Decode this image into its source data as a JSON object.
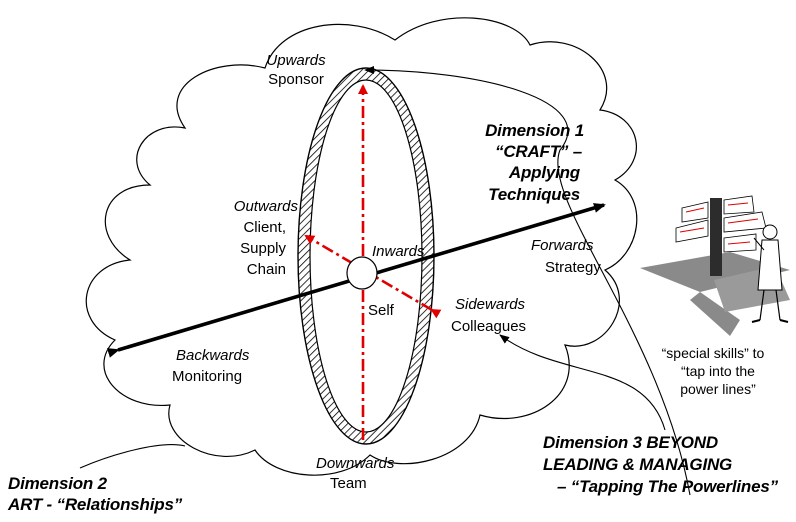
{
  "directions": {
    "upwards": "Upwards",
    "sponsor": "Sponsor",
    "outwards": "Outwards",
    "client_1": "Client,",
    "client_2": "Supply",
    "client_3": "Chain",
    "inwards": "Inwards",
    "self": "Self",
    "forwards": "Forwards",
    "strategy": "Strategy",
    "sidewards": "Sidewards",
    "colleagues": "Colleagues",
    "backwards": "Backwards",
    "monitoring": "Monitoring",
    "downwards": "Downwards",
    "team": "Team"
  },
  "dimension1": {
    "line1": "Dimension 1",
    "line2": "“CRAFT” –",
    "line3": "Applying",
    "line4": "Techniques"
  },
  "dimension2": {
    "line1": "Dimension 2",
    "line2": "ART - “Relationships”"
  },
  "dimension3": {
    "line1": "Dimension 3 BEYOND",
    "line2": "LEADING & MANAGING",
    "line3": " – “Tapping The Powerlines”"
  },
  "special": {
    "line1": "“special skills” to",
    "line2": "“tap into the",
    "line3": "power lines”"
  },
  "colors": {
    "ink": "#000000",
    "dash_red": "#e00000",
    "shadow": "#8a8a8a"
  }
}
